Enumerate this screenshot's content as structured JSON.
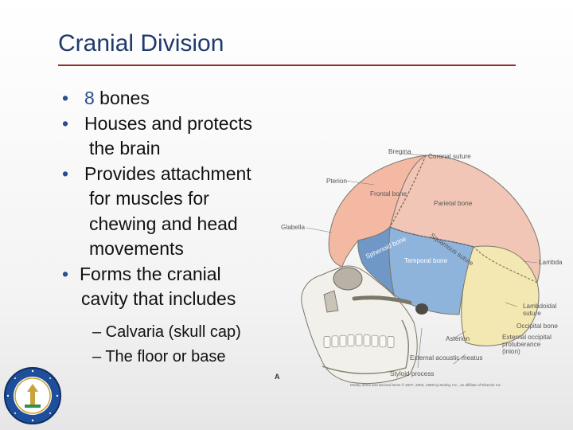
{
  "slide": {
    "title": "Cranial Division",
    "bullets": [
      {
        "number": "8",
        "text": " bones"
      },
      {
        "lines": [
          "Houses and protects",
          "the brain"
        ]
      },
      {
        "lines": [
          "Provides attachment",
          "for muscles for",
          "chewing and head",
          "movements"
        ]
      },
      {
        "lines": [
          "Forms the cranial",
          "cavity that includes"
        ]
      }
    ],
    "sub_bullets": [
      "– Calvaria (skull cap)",
      "– The floor or base"
    ],
    "bullet_glyph": "•"
  },
  "figure": {
    "panel_letter": "A",
    "labels": {
      "bregma": "Bregma",
      "coronal_suture": "Coronal suture",
      "pterion": "Pterion",
      "frontal_bone": "Frontal bone",
      "parietal_bone": "Parietal bone",
      "glabella": "Glabella",
      "squamous_suture": "Squamous suture",
      "sphenoid_bone": "Sphenoid bone",
      "temporal_bone": "Temporal bone",
      "lambda": "Lambda",
      "lambdoidal_suture_1": "Lambdoidal",
      "lambdoidal_suture_2": "suture",
      "occipital_bone": "Occipital bone",
      "asterion": "Asterion",
      "external_occipital_1": "External occipital",
      "external_occipital_2": "protuberance",
      "external_occipital_3": "(inion)",
      "external_acoustic_meatus": "External acoustic meatus",
      "styloid_process": "Styloid process",
      "credit": "Mosby items and derived items © 2007, 2003, 1999 by Mosby, Inc., an affiliate of Elsevier Inc."
    },
    "colors": {
      "frontal": "#f4b9a3",
      "parietal": "#f2c6b6",
      "temporal": "#8fb4dc",
      "sphenoid": "#6f97c8",
      "occipital": "#f3e7b2",
      "bone_white": "#f2f0ea"
    }
  }
}
